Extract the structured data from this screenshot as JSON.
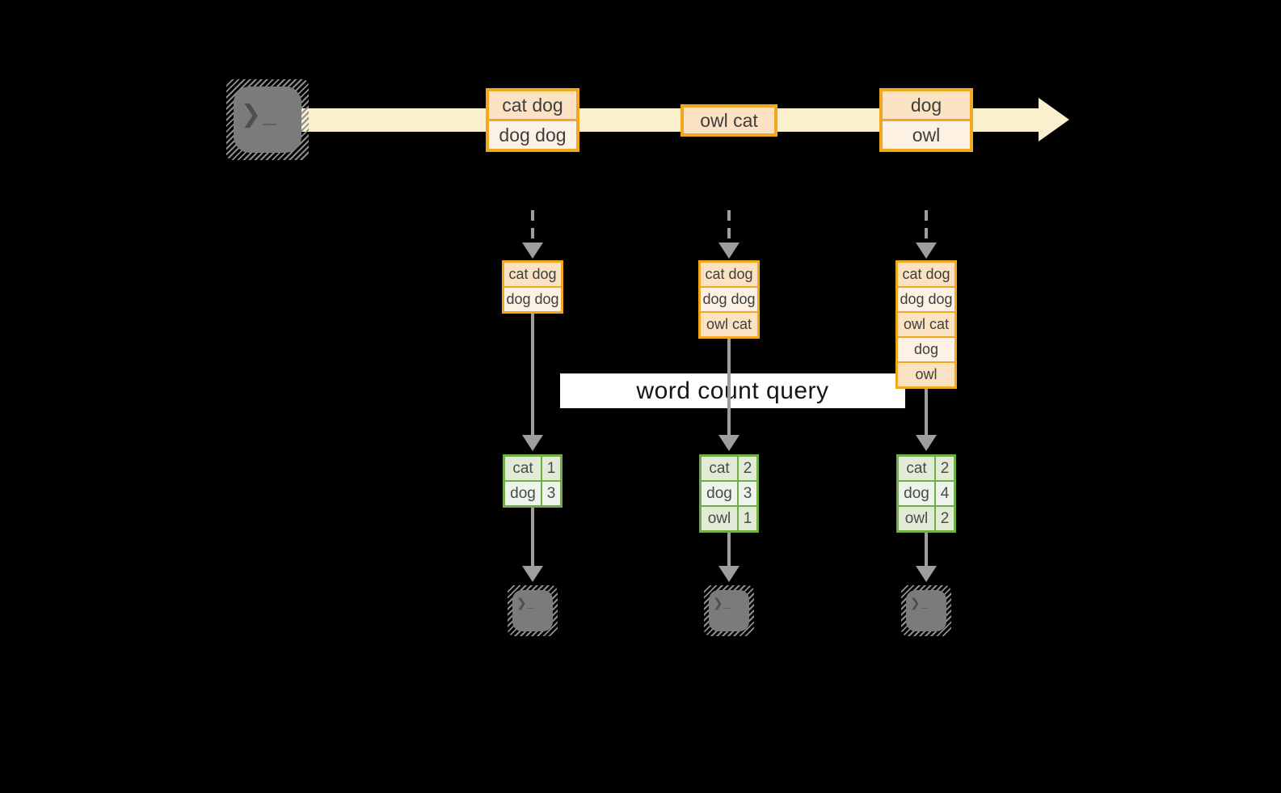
{
  "banner": {
    "label": "word count query"
  },
  "stream": {
    "messages": [
      {
        "cells": [
          "cat dog",
          "dog dog"
        ]
      },
      {
        "cells": [
          "owl cat"
        ]
      },
      {
        "cells": [
          "dog",
          "owl"
        ]
      }
    ]
  },
  "columns": [
    {
      "state_cells": [
        "cat dog",
        "dog dog"
      ],
      "counts": [
        {
          "word": "cat",
          "count": "1"
        },
        {
          "word": "dog",
          "count": "3"
        }
      ]
    },
    {
      "state_cells": [
        "cat dog",
        "dog dog",
        "owl cat"
      ],
      "counts": [
        {
          "word": "cat",
          "count": "2"
        },
        {
          "word": "dog",
          "count": "3"
        },
        {
          "word": "owl",
          "count": "1"
        }
      ]
    },
    {
      "state_cells": [
        "cat dog",
        "dog dog",
        "owl cat",
        "dog",
        "owl"
      ],
      "counts": [
        {
          "word": "cat",
          "count": "2"
        },
        {
          "word": "dog",
          "count": "4"
        },
        {
          "word": "owl",
          "count": "2"
        }
      ]
    }
  ],
  "icons": {
    "terminal_prompt": "❯_",
    "source_terminal": "terminal-icon",
    "sink_terminal": "terminal-icon"
  },
  "colors": {
    "background": "#000000",
    "stream_band": "#FAF0CE",
    "box_border_orange": "#F1A81F",
    "box_fill_peach": "#FAE2C2",
    "box_fill_cream": "#FCF1E2",
    "table_border_green": "#6FAE44",
    "table_fill_green": "#E1EBD5",
    "table_fill_green_light": "#EFF4EA",
    "arrow_gray": "#9E9E9E",
    "terminal_gray": "#7B7B7B",
    "banner_bg": "#FFFFFF"
  }
}
